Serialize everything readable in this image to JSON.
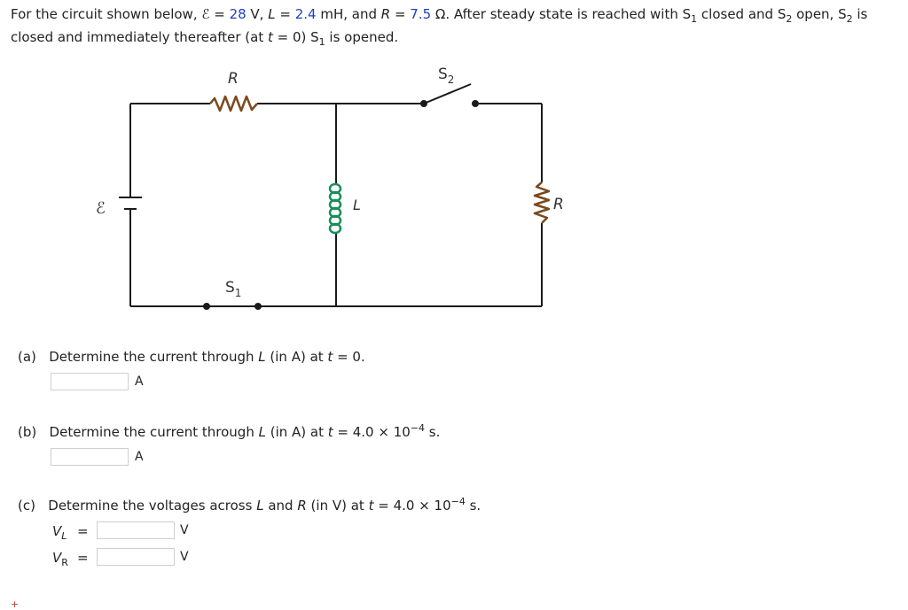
{
  "intro": {
    "p1": "For the circuit shown below, ",
    "emf_sym": "ℰ",
    "p2": " = ",
    "emf_val": "28",
    "p3": " V, ",
    "L_sym": "L",
    "p4": " = ",
    "L_val": "2.4",
    "p5": " mH, and ",
    "R_sym": "R",
    "p6": " = ",
    "R_val": "7.5",
    "p7": " Ω. After steady state is reached with S",
    "s1a": "1",
    "p8": " closed and S",
    "s2a": "2",
    "p9": " open, S",
    "s2b": "2",
    "p10": " is closed and immediately thereafter (at ",
    "t_sym": "t",
    "p11": " = 0) S",
    "s1b": "1",
    "p12": " is opened."
  },
  "circuit": {
    "label_R_top": "R",
    "label_S2": "S",
    "label_S2_sub": "2",
    "label_emf": "ℰ",
    "label_L": "L",
    "label_R_right": "R",
    "label_S1": "S",
    "label_S1_sub": "1",
    "colors": {
      "wire": "#1a1a1a",
      "resistor": "#7a4a1e",
      "inductor": "#1c8c5a"
    }
  },
  "questions": {
    "a": {
      "prefix": "(a)",
      "text": "Determine the current through ",
      "var": "L",
      "text2": " (in A) at ",
      "t": "t",
      "text3": " = 0.",
      "unit": "A",
      "value": ""
    },
    "b": {
      "prefix": "(b)",
      "text": "Determine the current through ",
      "var": "L",
      "text2": " (in A) at ",
      "t": "t",
      "text3": " = 4.0 × 10",
      "exp": "−4",
      "text4": " s.",
      "unit": "A",
      "value": ""
    },
    "c": {
      "prefix": "(c)",
      "text": "Determine the voltages across ",
      "var1": "L",
      "text2": " and ",
      "var2": "R",
      "text3": " (in V) at ",
      "t": "t",
      "text4": " = 4.0 × 10",
      "exp": "−4",
      "text5": " s.",
      "vl_label": "V",
      "vl_sub": "L",
      "vr_label": "V",
      "vr_sub": "R",
      "eq": "=",
      "vl_unit": "V",
      "vr_unit": "V",
      "vl_value": "",
      "vr_value": ""
    }
  },
  "footer": {
    "plus": "+"
  }
}
